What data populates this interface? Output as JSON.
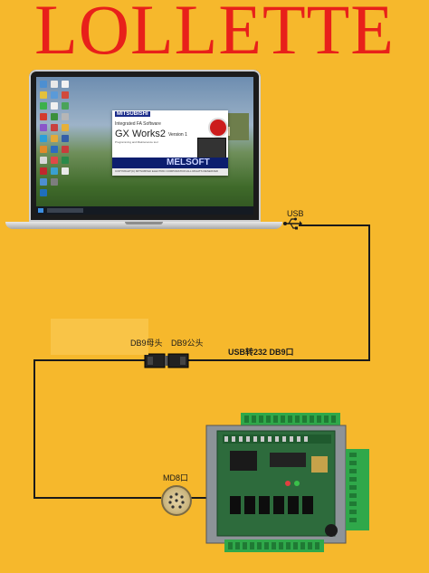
{
  "brand": {
    "name": "LOLLETTE",
    "color": "#E8201A"
  },
  "background_color": "#F6B82C",
  "laptop": {
    "splash": {
      "maker": "MITSUBISHI",
      "subtitle": "Integrated FA Software",
      "title": "GX Works2",
      "version": "Version 1",
      "description": "Programming and Maintenance tool",
      "product": "MELSOFT",
      "copyright": "COPYRIGHT(C) MITSUBISHI ELECTRIC CORPORATION ALL RIGHTS RESERVED"
    }
  },
  "labels": {
    "usb": "USB",
    "db9_female": "DB9母头",
    "db9_male": "DB9公头",
    "cable": "USB转232  DB9口",
    "md8": "MD8口"
  },
  "icons": {
    "usb": "usb-icon",
    "db9_connector": "db9-connector-icon",
    "md8_port": "md8-port-icon"
  }
}
